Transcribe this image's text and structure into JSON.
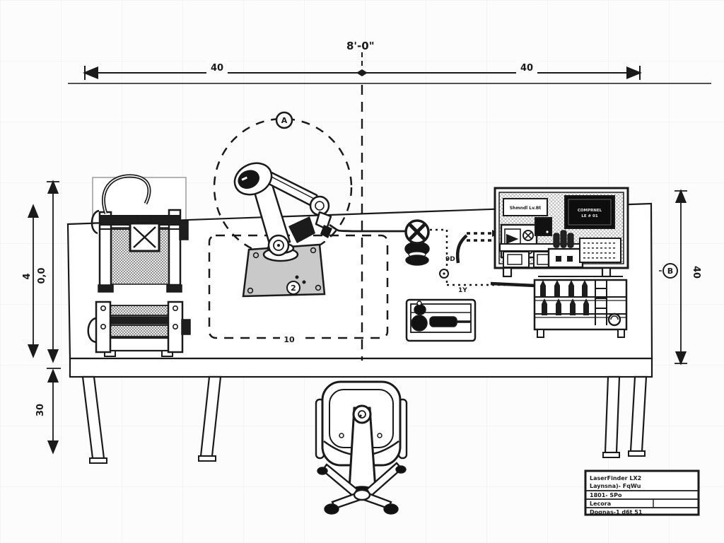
{
  "palette": {
    "ink": "#1a1a1a",
    "paper": "#fcfcfc",
    "plate_gray": "#c9c9c9"
  },
  "dimensions": {
    "overall_width": "8'-0\"",
    "left_span": "40",
    "right_span": "40",
    "left_depth_a": "4",
    "left_depth_b": "0,0",
    "table_height": "30",
    "right_depth": "40"
  },
  "callouts": {
    "envelope": "A",
    "right_dim": "B",
    "base_plate": "2",
    "work_area": "10",
    "cable_label_v": "9D",
    "cable_label_h": "1Y"
  },
  "control_panel": {
    "label_plate": "Shmndl Lv.Bt",
    "screen_line1": "COMPRNEL",
    "screen_line2": "LE # 01"
  },
  "title_block": {
    "row1a": "LaserFinder LX2",
    "row1b": "Laynsna)- FqWu",
    "row2": "1801- SPo",
    "row3": "Lecora",
    "row4": "Dognas-1 d6t 51"
  }
}
